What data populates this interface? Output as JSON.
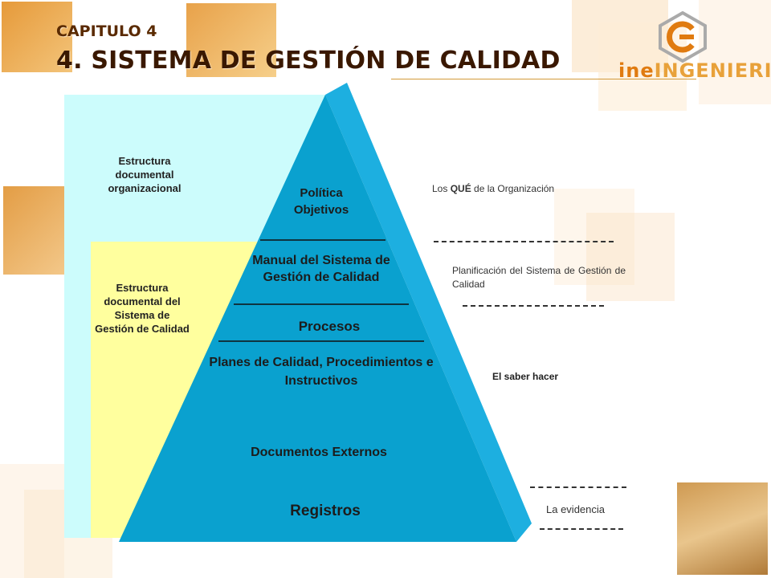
{
  "header": {
    "chapter": "CAPITULO 4",
    "title": "4. SISTEMA DE GESTIÓN DE CALIDAD"
  },
  "logo": {
    "text_prefix": "ine",
    "text_main": "INGENIERIA",
    "icon": "ingenieria-logo-icon"
  },
  "left_panels": {
    "organizational": "Estructura documental organizacional",
    "quality_system": "Estructura documental del Sistema de Gestión de Calidad"
  },
  "pyramid": {
    "level1": {
      "line1": "Política",
      "line2": "Objetivos"
    },
    "level2": {
      "line1": "Manual del Sistema de",
      "line2": "Gestión de Calidad"
    },
    "level3": "Procesos",
    "level4": {
      "line1": "Planes de Calidad, Procedimientos e",
      "line2": "Instructivos"
    },
    "level5": "Documentos Externos",
    "level6": "Registros"
  },
  "annotations": {
    "que_prefix": "Los ",
    "que_bold": "QUÉ",
    "que_suffix": " de la Organización",
    "planning": "Planificación del Sistema de Gestión de Calidad",
    "know_how": "El saber hacer",
    "evidence": "La evidencia"
  },
  "colors": {
    "pyramid_front": "#0aa1cf",
    "pyramid_side": "#1dafe0",
    "panel_cyan": "#ccfcfc",
    "panel_yellow": "#ffff9e",
    "accent_orange": "#e8a13a"
  }
}
